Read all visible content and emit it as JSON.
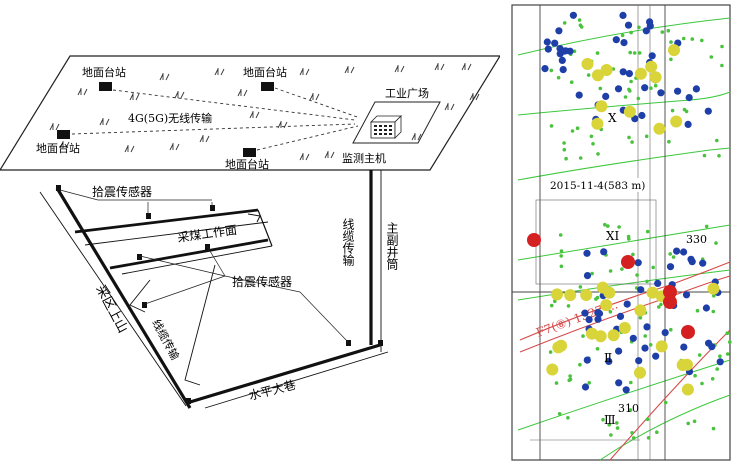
{
  "left_diagram": {
    "ground_stations": [
      "地面台站",
      "地面台站",
      "地面台站",
      "地面台站"
    ],
    "wireless_label": "4G(5G)无线传输",
    "industrial_square": "工业广场",
    "monitoring_host": "监测主机",
    "geophone_top": "拾震传感器",
    "geophone_mid": "拾震传感器",
    "coal_face": "采煤工作面",
    "cable_vertical": "线缆传输",
    "main_shaft": "主副井筒",
    "mining_uphill": "采区上山",
    "cable_diagonal": "线缆传输",
    "horizontal_roadway": "水平大巷"
  },
  "right_map": {
    "date_label": "2015-11-4(583 m)",
    "zones": [
      "X",
      "XI",
      "Ⅱ",
      "Ⅲ"
    ],
    "depths": [
      "330",
      "310"
    ],
    "fault_label": "F7(⑧) 1527 ...",
    "colors": {
      "blue_event": "#1f3fa8",
      "yellow_event": "#d8d43a",
      "red_event": "#d42020",
      "green_event": "#49c23d",
      "grid": "#444444",
      "contour": "#3cc83c",
      "fault": "#d64a4a"
    }
  }
}
